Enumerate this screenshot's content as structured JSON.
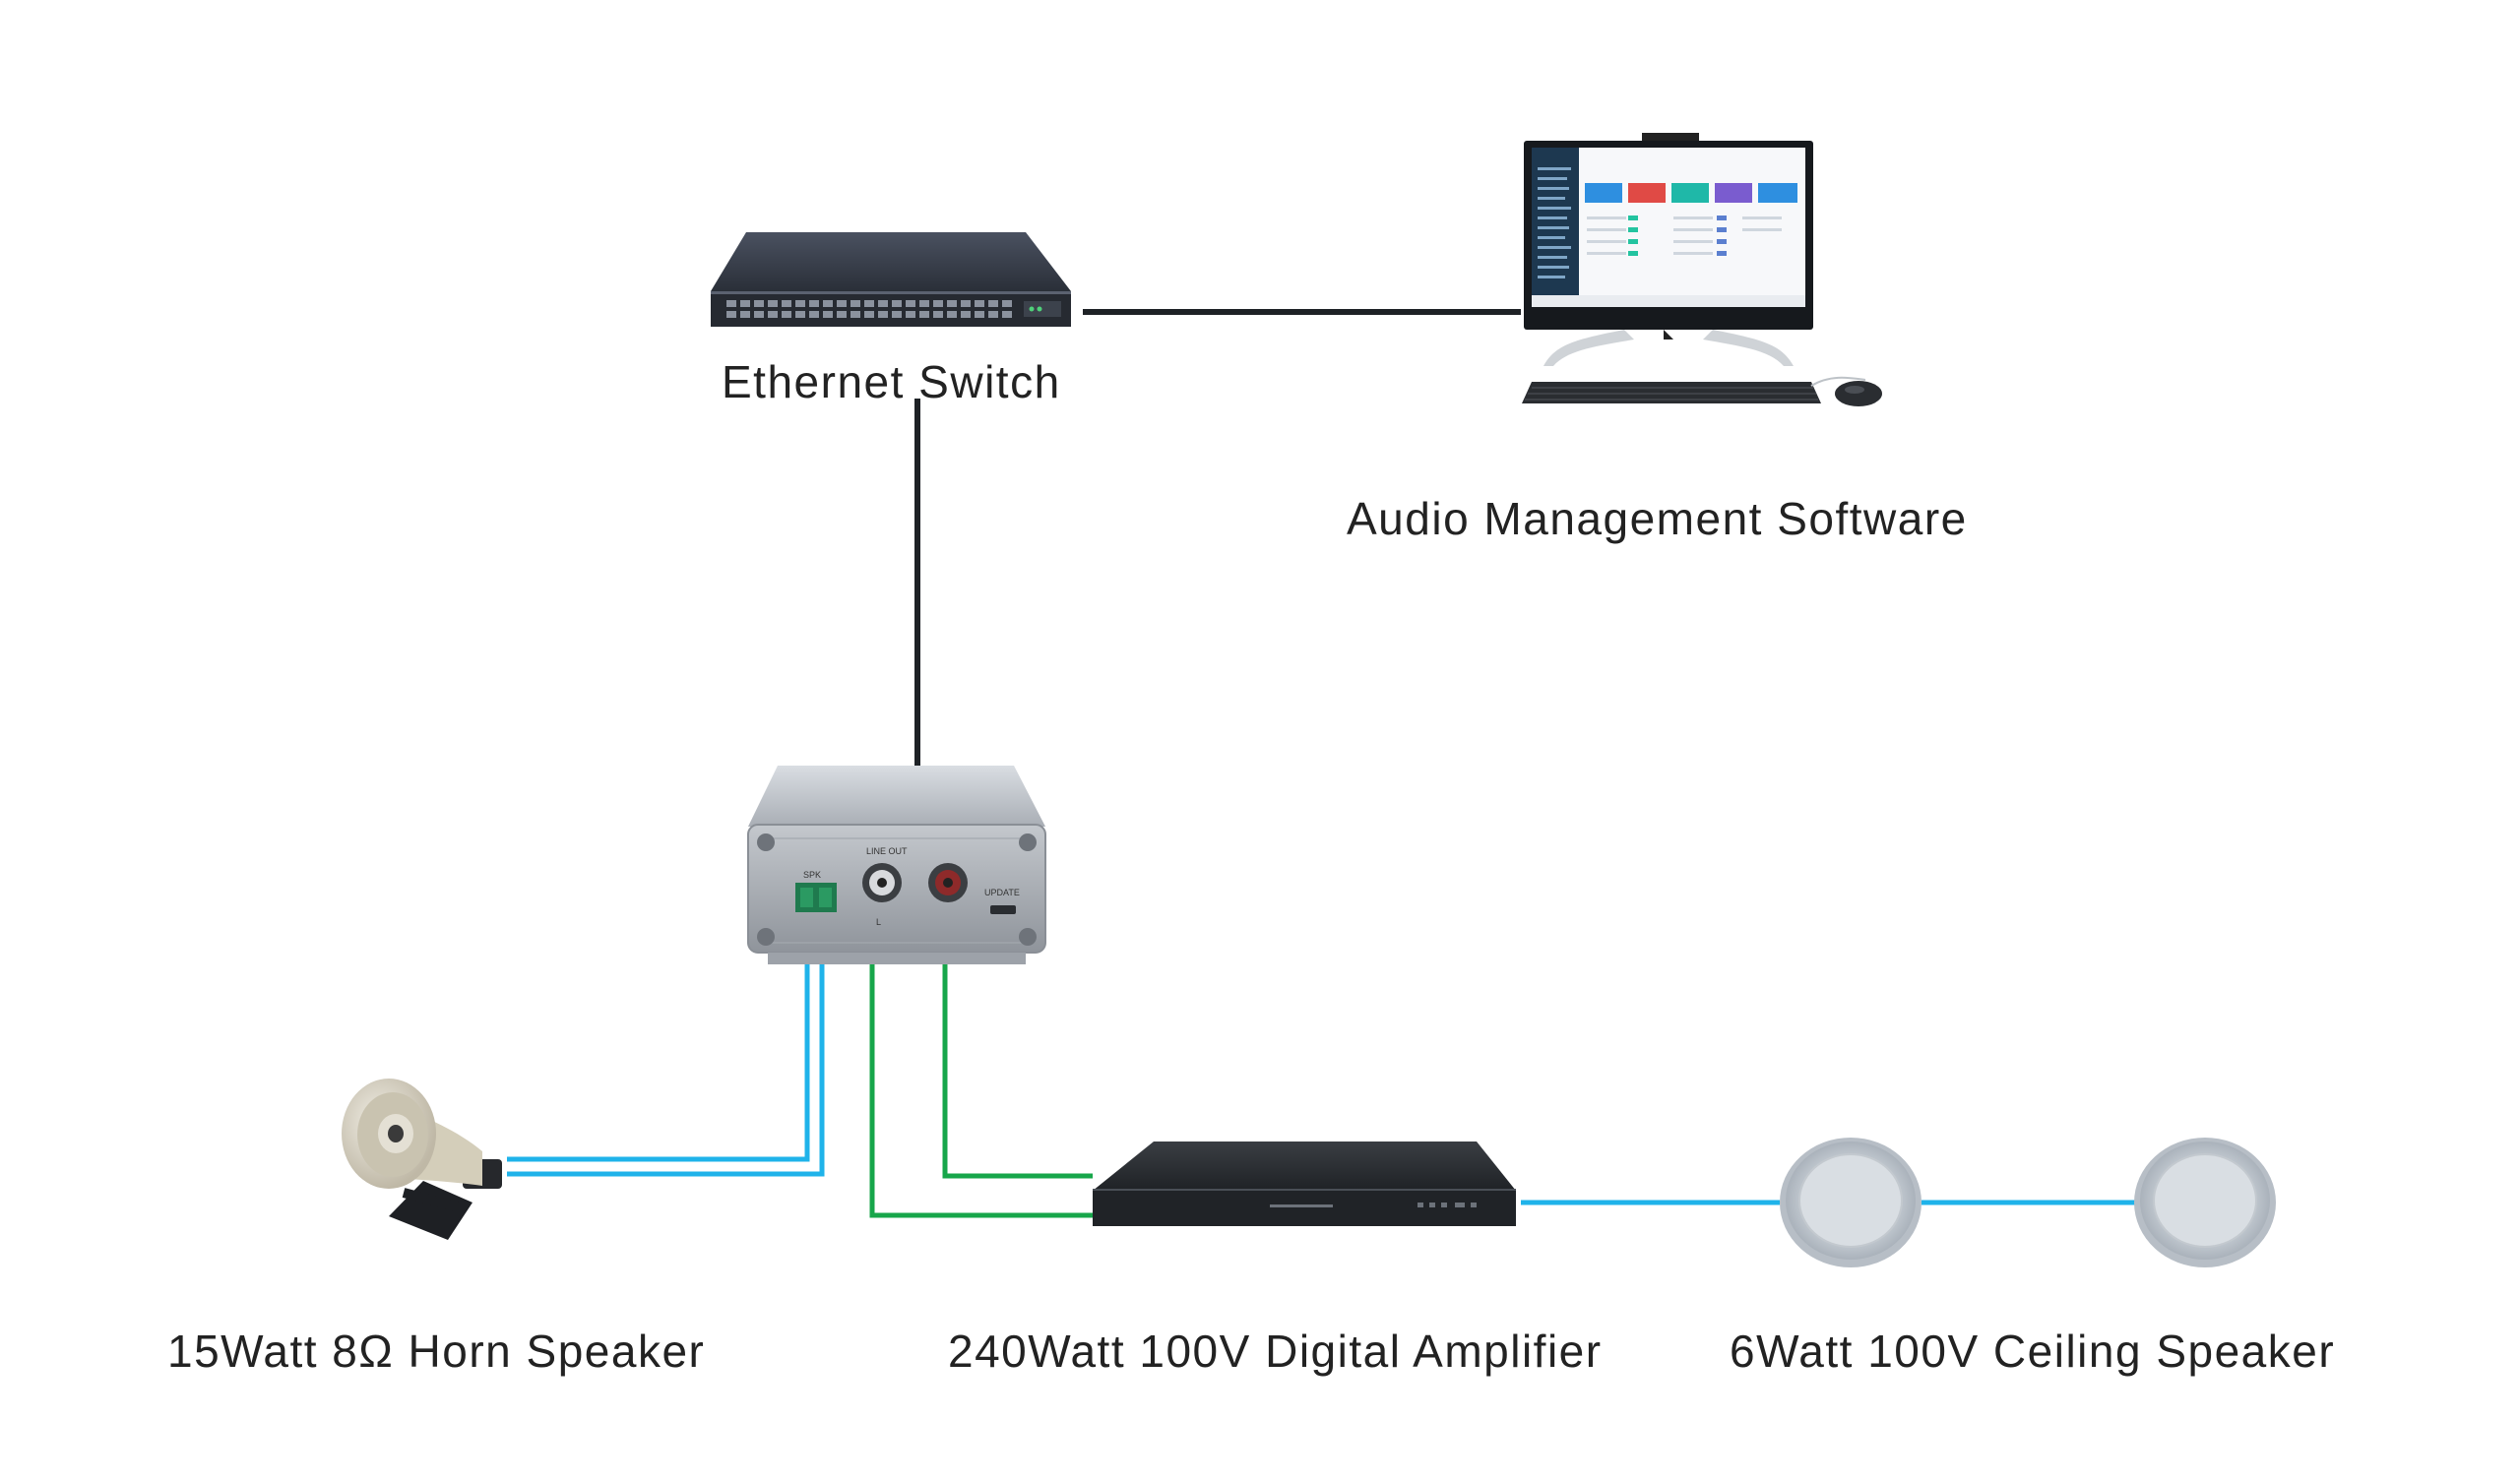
{
  "labels": {
    "ethernet_switch": "Ethernet Switch",
    "audio_software": "Audio Management Software",
    "horn_speaker": "15Watt 8Ω Horn Speaker",
    "amplifier": "240Watt 100V Digital Amplifier",
    "ceiling_speaker": "6Watt 100V Ceiling Speaker"
  },
  "device_markings": {
    "decoder_spk": "SPK",
    "decoder_line_out": "LINE OUT",
    "decoder_update": "UPDATE",
    "decoder_l": "L"
  },
  "colors": {
    "network_cable": "#1e2226",
    "speaker_cable": "#1fb3ea",
    "line_cable": "#17a64a",
    "label_text": "#222222",
    "accent_red": "#e04a45",
    "accent_teal": "#1fb8a8",
    "accent_blue": "#2e8fe0",
    "accent_purple": "#7a5ccf"
  },
  "icons": [
    "ethernet-switch-icon",
    "monitor-icon",
    "keyboard-icon",
    "mouse-icon",
    "decoder-box-icon",
    "horn-speaker-icon",
    "amplifier-icon",
    "ceiling-speaker-icon"
  ]
}
